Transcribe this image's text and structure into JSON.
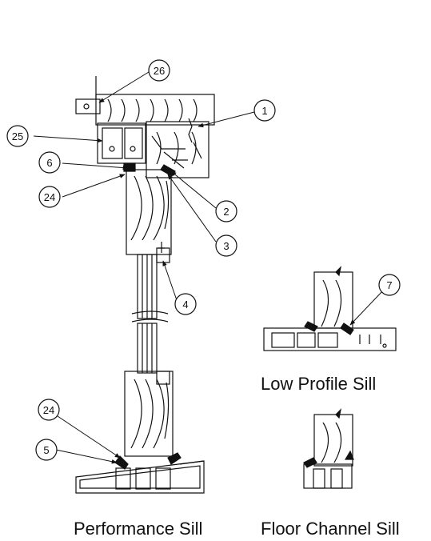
{
  "captions": {
    "low_profile": "Low Profile Sill",
    "performance": "Performance Sill",
    "floor_channel": "Floor Channel Sill"
  },
  "callouts": {
    "c26": "26",
    "c1": "1",
    "c25": "25",
    "c6": "6",
    "c24_top": "24",
    "c2": "2",
    "c3": "3",
    "c4": "4",
    "c7": "7",
    "c24_bottom": "24",
    "c5": "5"
  },
  "colors": {
    "line": "#111111",
    "background": "#ffffff"
  }
}
